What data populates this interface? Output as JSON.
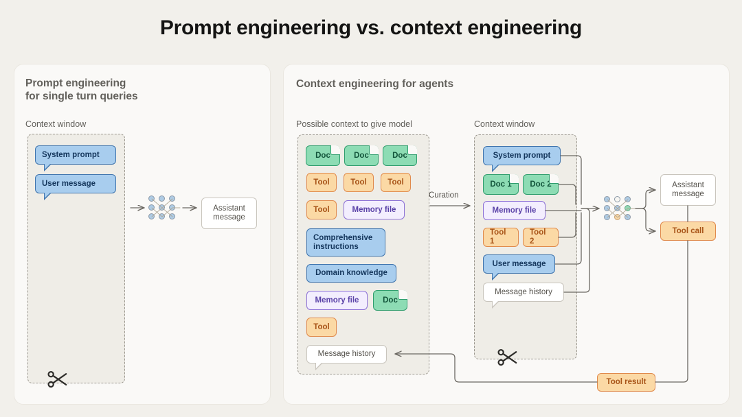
{
  "page": {
    "title": "Prompt engineering vs. context engineering",
    "background": "#f2f0eb"
  },
  "colors": {
    "blue": "#a8cdee",
    "green": "#8ddcb4",
    "orange": "#fbd9a5",
    "purple": "#f3eefe",
    "white": "#ffffff",
    "panel": "#faf9f7",
    "dashed_border": "#9a968d"
  },
  "left_panel": {
    "title": "Prompt engineering\nfor single turn queries",
    "context_window_label": "Context window",
    "context_items": [
      {
        "label": "System prompt",
        "style": "blue"
      },
      {
        "label": "User message",
        "style": "blue"
      }
    ],
    "output": {
      "label": "Assistant\nmessage",
      "style": "white"
    },
    "scissors_icon": "scissors-icon",
    "model_icon": "neural-network-icon"
  },
  "right_panel": {
    "title": "Context engineering for agents",
    "possible_context_label": "Possible context to give model",
    "context_window_label": "Context window",
    "curation_label": "Curation",
    "possible_context_items": [
      {
        "label": "Doc",
        "style": "green"
      },
      {
        "label": "Doc",
        "style": "green"
      },
      {
        "label": "Doc",
        "style": "green"
      },
      {
        "label": "Tool",
        "style": "orange"
      },
      {
        "label": "Tool",
        "style": "orange"
      },
      {
        "label": "Tool",
        "style": "orange"
      },
      {
        "label": "Tool",
        "style": "orange"
      },
      {
        "label": "Memory file",
        "style": "purple"
      },
      {
        "label": "Comprehensive\ninstructions",
        "style": "blue"
      },
      {
        "label": "Domain knowledge",
        "style": "blue"
      },
      {
        "label": "Memory file",
        "style": "purple"
      },
      {
        "label": "Doc",
        "style": "green"
      },
      {
        "label": "Tool",
        "style": "orange"
      },
      {
        "label": "Message history",
        "style": "white"
      }
    ],
    "context_window_items": [
      {
        "label": "System prompt",
        "style": "blue"
      },
      {
        "label": "Doc 1",
        "style": "green"
      },
      {
        "label": "Doc 2",
        "style": "green"
      },
      {
        "label": "Memory file",
        "style": "purple"
      },
      {
        "label": "Tool 1",
        "style": "orange"
      },
      {
        "label": "Tool 2",
        "style": "orange"
      },
      {
        "label": "User message",
        "style": "blue"
      },
      {
        "label": "Message history",
        "style": "white"
      }
    ],
    "outputs": [
      {
        "label": "Assistant\nmessage",
        "style": "white"
      },
      {
        "label": "Tool call",
        "style": "orange"
      }
    ],
    "feedback": {
      "label": "Tool result",
      "style": "orange"
    },
    "scissors_icon": "scissors-icon",
    "model_icon": "neural-network-icon"
  }
}
